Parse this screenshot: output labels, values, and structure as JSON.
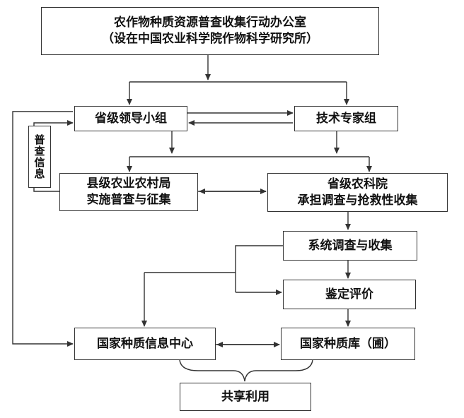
{
  "nodes": {
    "office": {
      "line1": "农作物种质资源普查收集行动办公室",
      "line2": "（设在中国农业科学院作物科学研究所）"
    },
    "provincial_leadership": "省级领导小组",
    "tech_experts": "技术专家组",
    "county_bureau": {
      "line1": "县级农业农村局",
      "line2": "实施普查与征集"
    },
    "provincial_academy": {
      "line1": "省级农科院",
      "line2": "承担调查与抢救性收集"
    },
    "systematic_survey": "系统调查与收集",
    "identification": "鉴定评价",
    "info_center": "国家种质信息中心",
    "germplasm_bank": "国家种质库（圃）",
    "share_use": "共享利用"
  },
  "side_label": "普查信息"
}
